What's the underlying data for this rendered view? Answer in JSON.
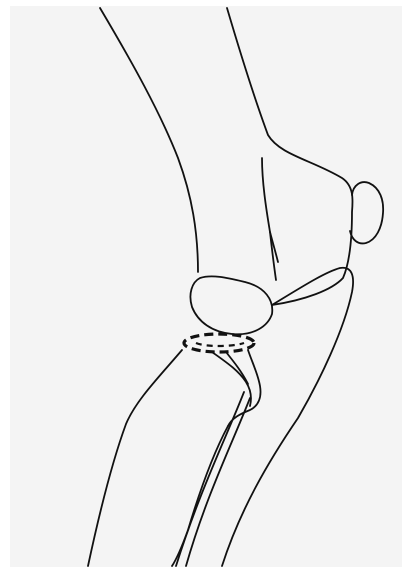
{
  "figure": {
    "subject": "knee-joint-line-drawing",
    "colors": {
      "background": "#ffffff",
      "paper": "#f4f4f4",
      "ink": "#111111"
    },
    "marker": {
      "style": "dashed-ellipse",
      "count": 1
    }
  }
}
